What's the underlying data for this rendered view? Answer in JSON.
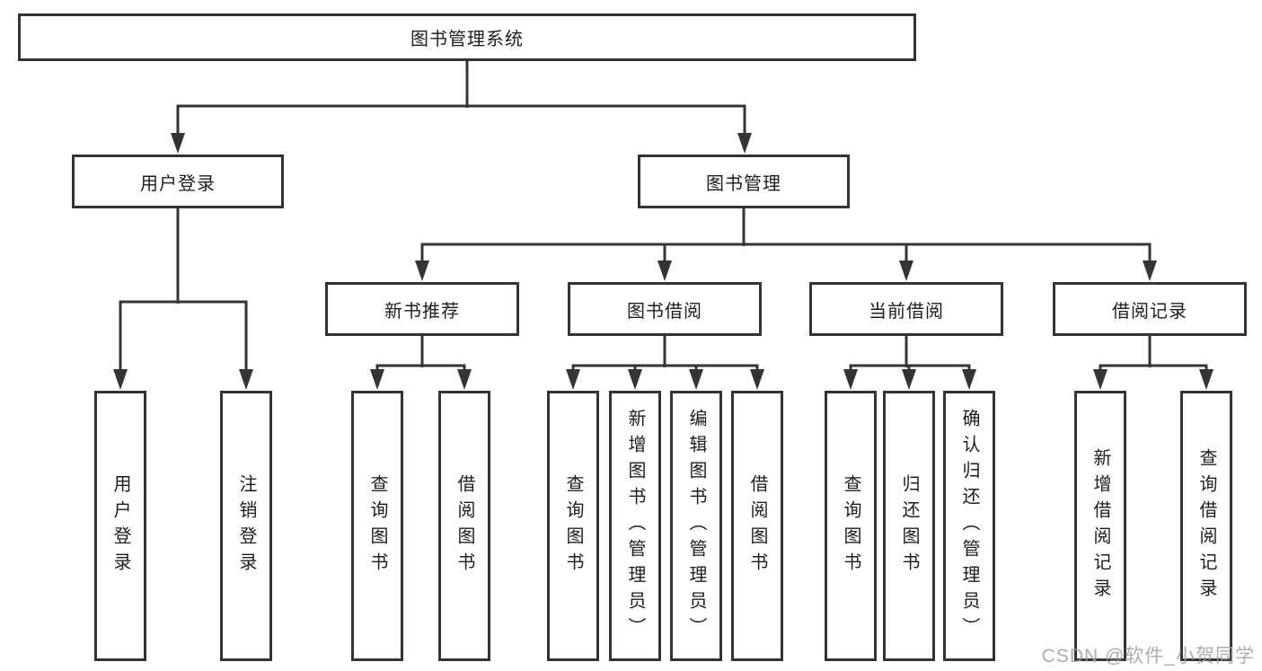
{
  "diagram": {
    "root": {
      "label": "图书管理系统"
    },
    "level2": [
      {
        "id": "user-login",
        "label": "用户登录"
      },
      {
        "id": "book-management",
        "label": "图书管理"
      }
    ],
    "level3": [
      {
        "id": "new-book-recommend",
        "label": "新书推荐"
      },
      {
        "id": "book-borrow",
        "label": "图书借阅"
      },
      {
        "id": "current-borrow",
        "label": "当前借阅"
      },
      {
        "id": "borrow-records",
        "label": "借阅记录"
      }
    ],
    "leaves": [
      {
        "parent": "用户登录",
        "label": "用户登录"
      },
      {
        "parent": "用户登录",
        "label": "注销登录"
      },
      {
        "parent": "新书推荐",
        "label": "查询图书"
      },
      {
        "parent": "新书推荐",
        "label": "借阅图书"
      },
      {
        "parent": "图书借阅",
        "label": "查询图书"
      },
      {
        "parent": "图书借阅",
        "label": "新增图书（管理员）"
      },
      {
        "parent": "图书借阅",
        "label": "编辑图书（管理员）"
      },
      {
        "parent": "图书借阅",
        "label": "借阅图书"
      },
      {
        "parent": "当前借阅",
        "label": "查询图书"
      },
      {
        "parent": "当前借阅",
        "label": "归还图书"
      },
      {
        "parent": "当前借阅",
        "label": "确认归还（管理员）"
      },
      {
        "parent": "借阅记录",
        "label": "新增借阅记录"
      },
      {
        "parent": "借阅记录",
        "label": "查询借阅记录"
      }
    ],
    "watermark": "CSDN @软件_小贺同学",
    "colors": {
      "line": "#343434",
      "box_border": "#343434",
      "text": "#1d1d1d",
      "watermark": "#9e9e9e",
      "background": "#ffffff"
    }
  }
}
